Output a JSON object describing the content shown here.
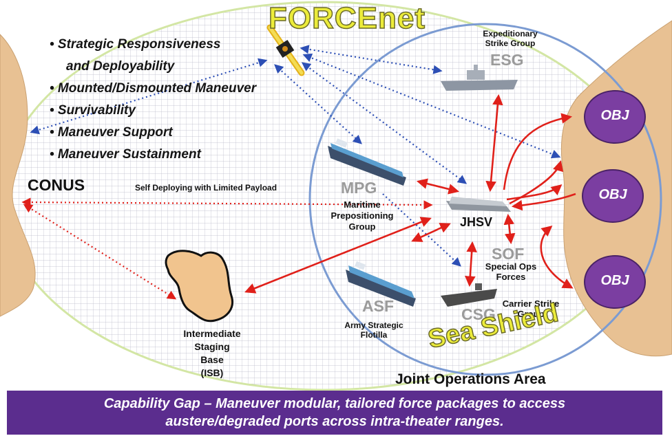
{
  "forcenet_title": "FORCEnet",
  "seashield_title": "Sea Shield",
  "bullets": [
    "• Strategic Responsiveness",
    "and Deployability",
    "• Mounted/Dismounted Maneuver",
    "• Survivability",
    "• Maneuver Support",
    "• Maneuver Sustainment"
  ],
  "conus": "CONUS",
  "self_deploying": "Self Deploying with Limited Payload",
  "esg": {
    "desc_line1": "Expeditionary",
    "desc_line2": "Strike Group",
    "code": "ESG"
  },
  "mpg": {
    "code": "MPG",
    "desc_line1": "Maritime",
    "desc_line2": "Prepositioning",
    "desc_line3": "Group"
  },
  "jhsv": "JHSV",
  "sof": {
    "code": "SOF",
    "desc_line1": "Special Ops",
    "desc_line2": "Forces"
  },
  "csg": {
    "code": "CSG",
    "desc_line1": "Carrier Strike",
    "desc_line2": "Group"
  },
  "asf": {
    "code": "ASF",
    "desc_line1": "Army Strategic",
    "desc_line2": "Flotilla"
  },
  "isb": {
    "line1": "Intermediate",
    "line2": "Staging",
    "line3": "Base",
    "line4": "(ISB)"
  },
  "obj_labels": [
    "OBJ",
    "OBJ",
    "OBJ"
  ],
  "joa": "Joint Operations Area",
  "banner": {
    "line1": "Capability Gap – Maneuver modular, tailored force packages to access",
    "line2": "austere/degraded ports across intra-theater ranges."
  },
  "colors": {
    "banner": "#5b2d8e",
    "obj": "#7b3ea1",
    "land": "#e8c193",
    "red_link": "#e0201a",
    "blue_link": "#2d4fb5",
    "forcenet_fill": "#ecec3a"
  }
}
